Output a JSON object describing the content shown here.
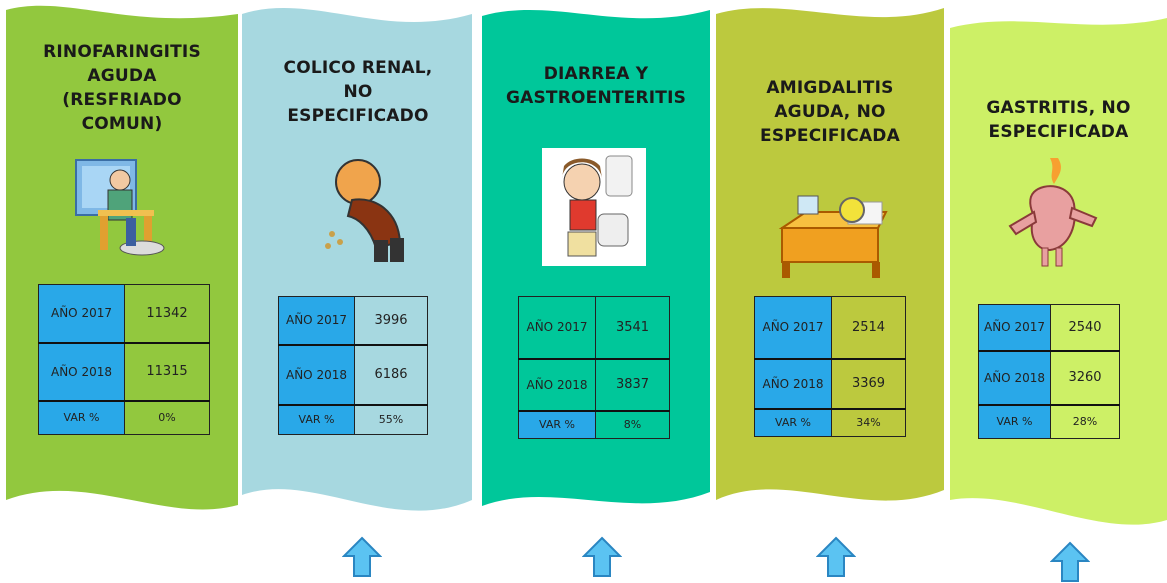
{
  "colors": {
    "banner_1": "#92c83e",
    "banner_2": "#a7d8e0",
    "banner_3": "#00c79a",
    "banner_4": "#bcc93e",
    "banner_5": "#cdf066",
    "label_cell": "#29a8e8",
    "arrow": "#5bc3f2"
  },
  "columns": [
    {
      "title": "RINOFARINGITIS\nAGUDA\n(RESFRIADO\nCOMUN)",
      "illustration": "person-foot-bath-cold-icon",
      "rows": [
        {
          "label": "AÑO 2017",
          "value": "11342"
        },
        {
          "label": "AÑO 2018",
          "value": "11315"
        },
        {
          "label": "VAR %",
          "value": "0%"
        }
      ],
      "arrow": null
    },
    {
      "title": "COLICO RENAL,\nNO\nESPECIFICADO",
      "illustration": "man-stomach-pain-icon",
      "rows": [
        {
          "label": "AÑO 2017",
          "value": "3996"
        },
        {
          "label": "AÑO 2018",
          "value": "6186"
        },
        {
          "label": "VAR %",
          "value": "55%"
        }
      ],
      "arrow": "up-arrow-icon"
    },
    {
      "title": "DIARREA Y\nGASTROENTERITIS",
      "illustration": "girl-on-toilet-icon",
      "rows": [
        {
          "label": "AÑO 2017",
          "value": "3541"
        },
        {
          "label": "AÑO 2018",
          "value": "3837"
        },
        {
          "label": "VAR %",
          "value": "8%"
        }
      ],
      "arrow": "up-arrow-icon"
    },
    {
      "title": "AMIGDALITIS\nAGUDA, NO\nESPECIFICADA",
      "illustration": "sick-character-in-bed-icon",
      "rows": [
        {
          "label": "AÑO 2017",
          "value": "2514"
        },
        {
          "label": "AÑO 2018",
          "value": "3369"
        },
        {
          "label": "VAR %",
          "value": "34%"
        }
      ],
      "arrow": "up-arrow-icon"
    },
    {
      "title": "GASTRITIS, NO\nESPECIFICADA",
      "illustration": "burning-stomach-character-icon",
      "rows": [
        {
          "label": "AÑO 2017",
          "value": "2540"
        },
        {
          "label": "AÑO 2018",
          "value": "3260"
        },
        {
          "label": "VAR %",
          "value": "28%"
        }
      ],
      "arrow": "up-arrow-icon"
    }
  ]
}
